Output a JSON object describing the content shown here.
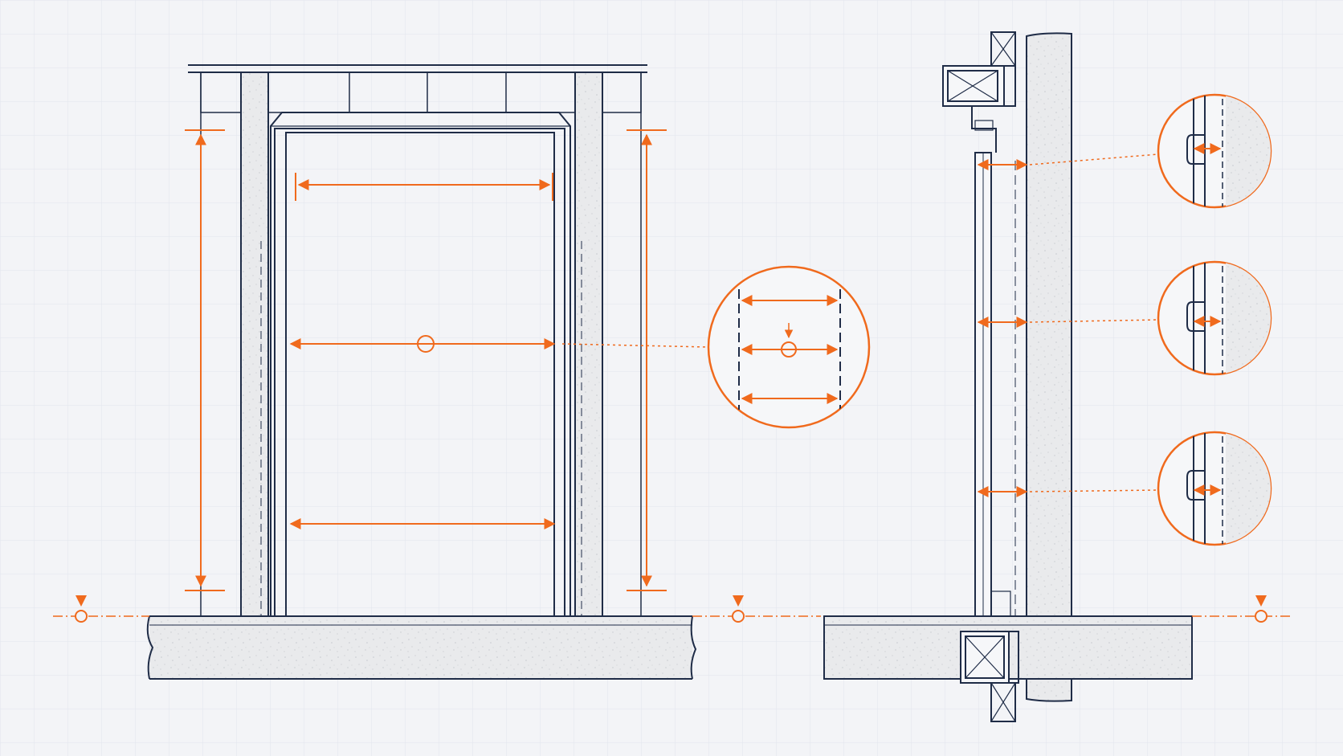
{
  "colors": {
    "background": "#f3f4f7",
    "grid": "#e2e5ec",
    "line": "#1f2c47",
    "accent": "#f06a1d",
    "concrete": "#e9eaec",
    "concrete_speck": "#c7cacf"
  },
  "elements": {
    "front_view": "door-frame-front-elevation",
    "section_view": "wall-section-with-door-frame",
    "detail_main": "gap-detail-callout",
    "details_section": [
      "section-detail-top",
      "section-detail-middle",
      "section-detail-bottom"
    ],
    "level_markers": 4,
    "icons": [
      "level-marker-icon",
      "center-point-icon",
      "crossed-box-icon"
    ]
  }
}
